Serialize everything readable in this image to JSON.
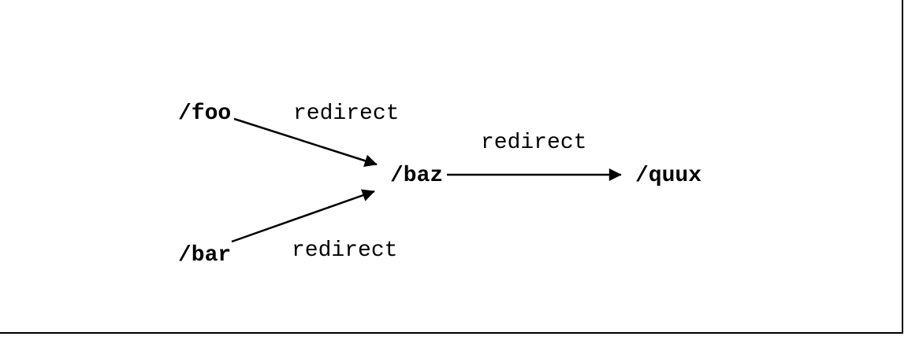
{
  "diagram": {
    "type": "redirect-flow",
    "colors": {
      "background": "#ffffff",
      "foreground": "#000000"
    },
    "nodes": [
      {
        "id": "foo",
        "label": "/foo"
      },
      {
        "id": "bar",
        "label": "/bar"
      },
      {
        "id": "baz",
        "label": "/baz"
      },
      {
        "id": "quux",
        "label": "/quux"
      }
    ],
    "edges": [
      {
        "from": "/foo",
        "to": "/baz",
        "label": "redirect"
      },
      {
        "from": "/bar",
        "to": "/baz",
        "label": "redirect"
      },
      {
        "from": "/baz",
        "to": "/quux",
        "label": "redirect"
      }
    ]
  }
}
